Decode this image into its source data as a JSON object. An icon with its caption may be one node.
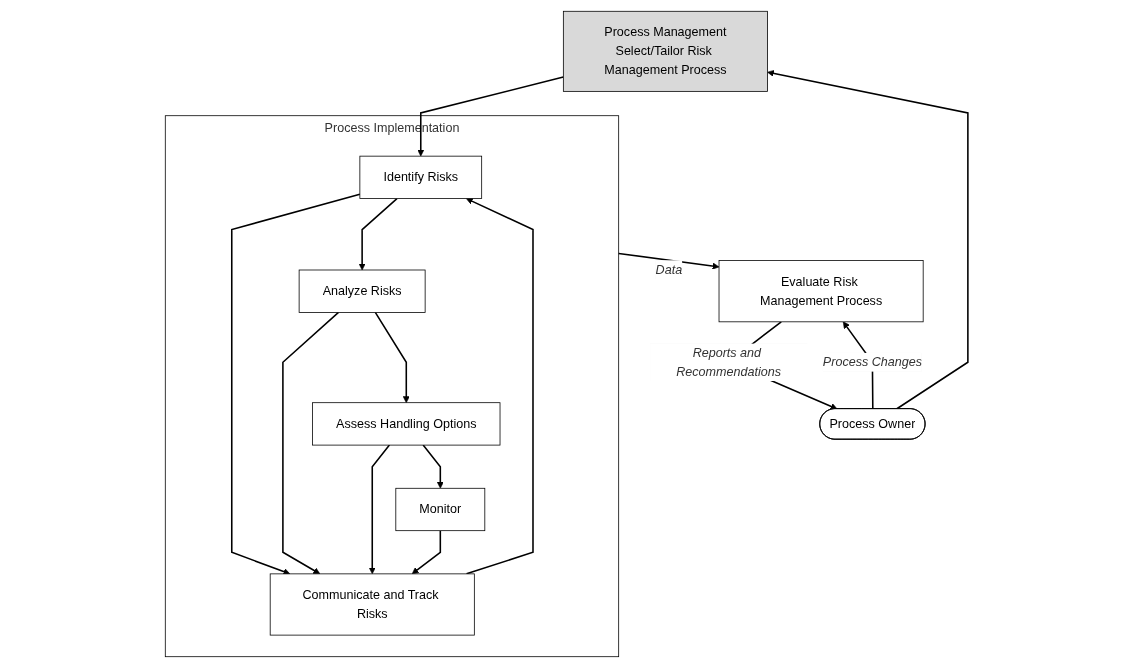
{
  "diagram": {
    "nodes": [
      {
        "text": [
          "Process Management",
          "Select/Tailor Risk Management Process"
        ]
      },
      {
        "text": [
          "Process Implementation"
        ]
      },
      {
        "text": [
          "Identify Risks"
        ],
        "in": 1
      },
      {
        "text": [
          "Analyze Risks"
        ],
        "in": 1
      },
      {
        "text": [
          "Assess Handling Options"
        ],
        "in": 1
      },
      {
        "text": [
          "Monitor"
        ],
        "in": 1
      },
      {
        "text": [
          "Communicate and Track Risks"
        ],
        "in": 1
      },
      {
        "text": [
          "Evaluate Risk Management Process"
        ]
      },
      {
        "text": [
          "Process Owner"
        ]
      }
    ],
    "edges": [
      {
        "from": 0,
        "to": 2,
        "arrow": "to"
      },
      {
        "from": 2,
        "to": 3,
        "arrow": "to"
      },
      {
        "from": 3,
        "to": 4,
        "arrow": "to"
      },
      {
        "from": 4,
        "to": 5,
        "arrow": "to"
      },
      {
        "from": 2,
        "to": 6,
        "arrow": "to"
      },
      {
        "from": 3,
        "to": 6,
        "arrow": "to"
      },
      {
        "from": 4,
        "to": 6,
        "arrow": "to"
      },
      {
        "from": 5,
        "to": 6,
        "arrow": "to"
      },
      {
        "from": 6,
        "to": 2,
        "arrow": "to"
      },
      {
        "from": 1,
        "to": 7,
        "label": "Data",
        "arrow": "to"
      },
      {
        "from": 8,
        "to": 7,
        "label": "Process Changes",
        "arrow": "to"
      },
      {
        "from": 7,
        "to": 8,
        "label": "Reports and Recommendations",
        "arrow": "to"
      },
      {
        "from": 8,
        "to": 0,
        "arrow": "to"
      }
    ]
  }
}
